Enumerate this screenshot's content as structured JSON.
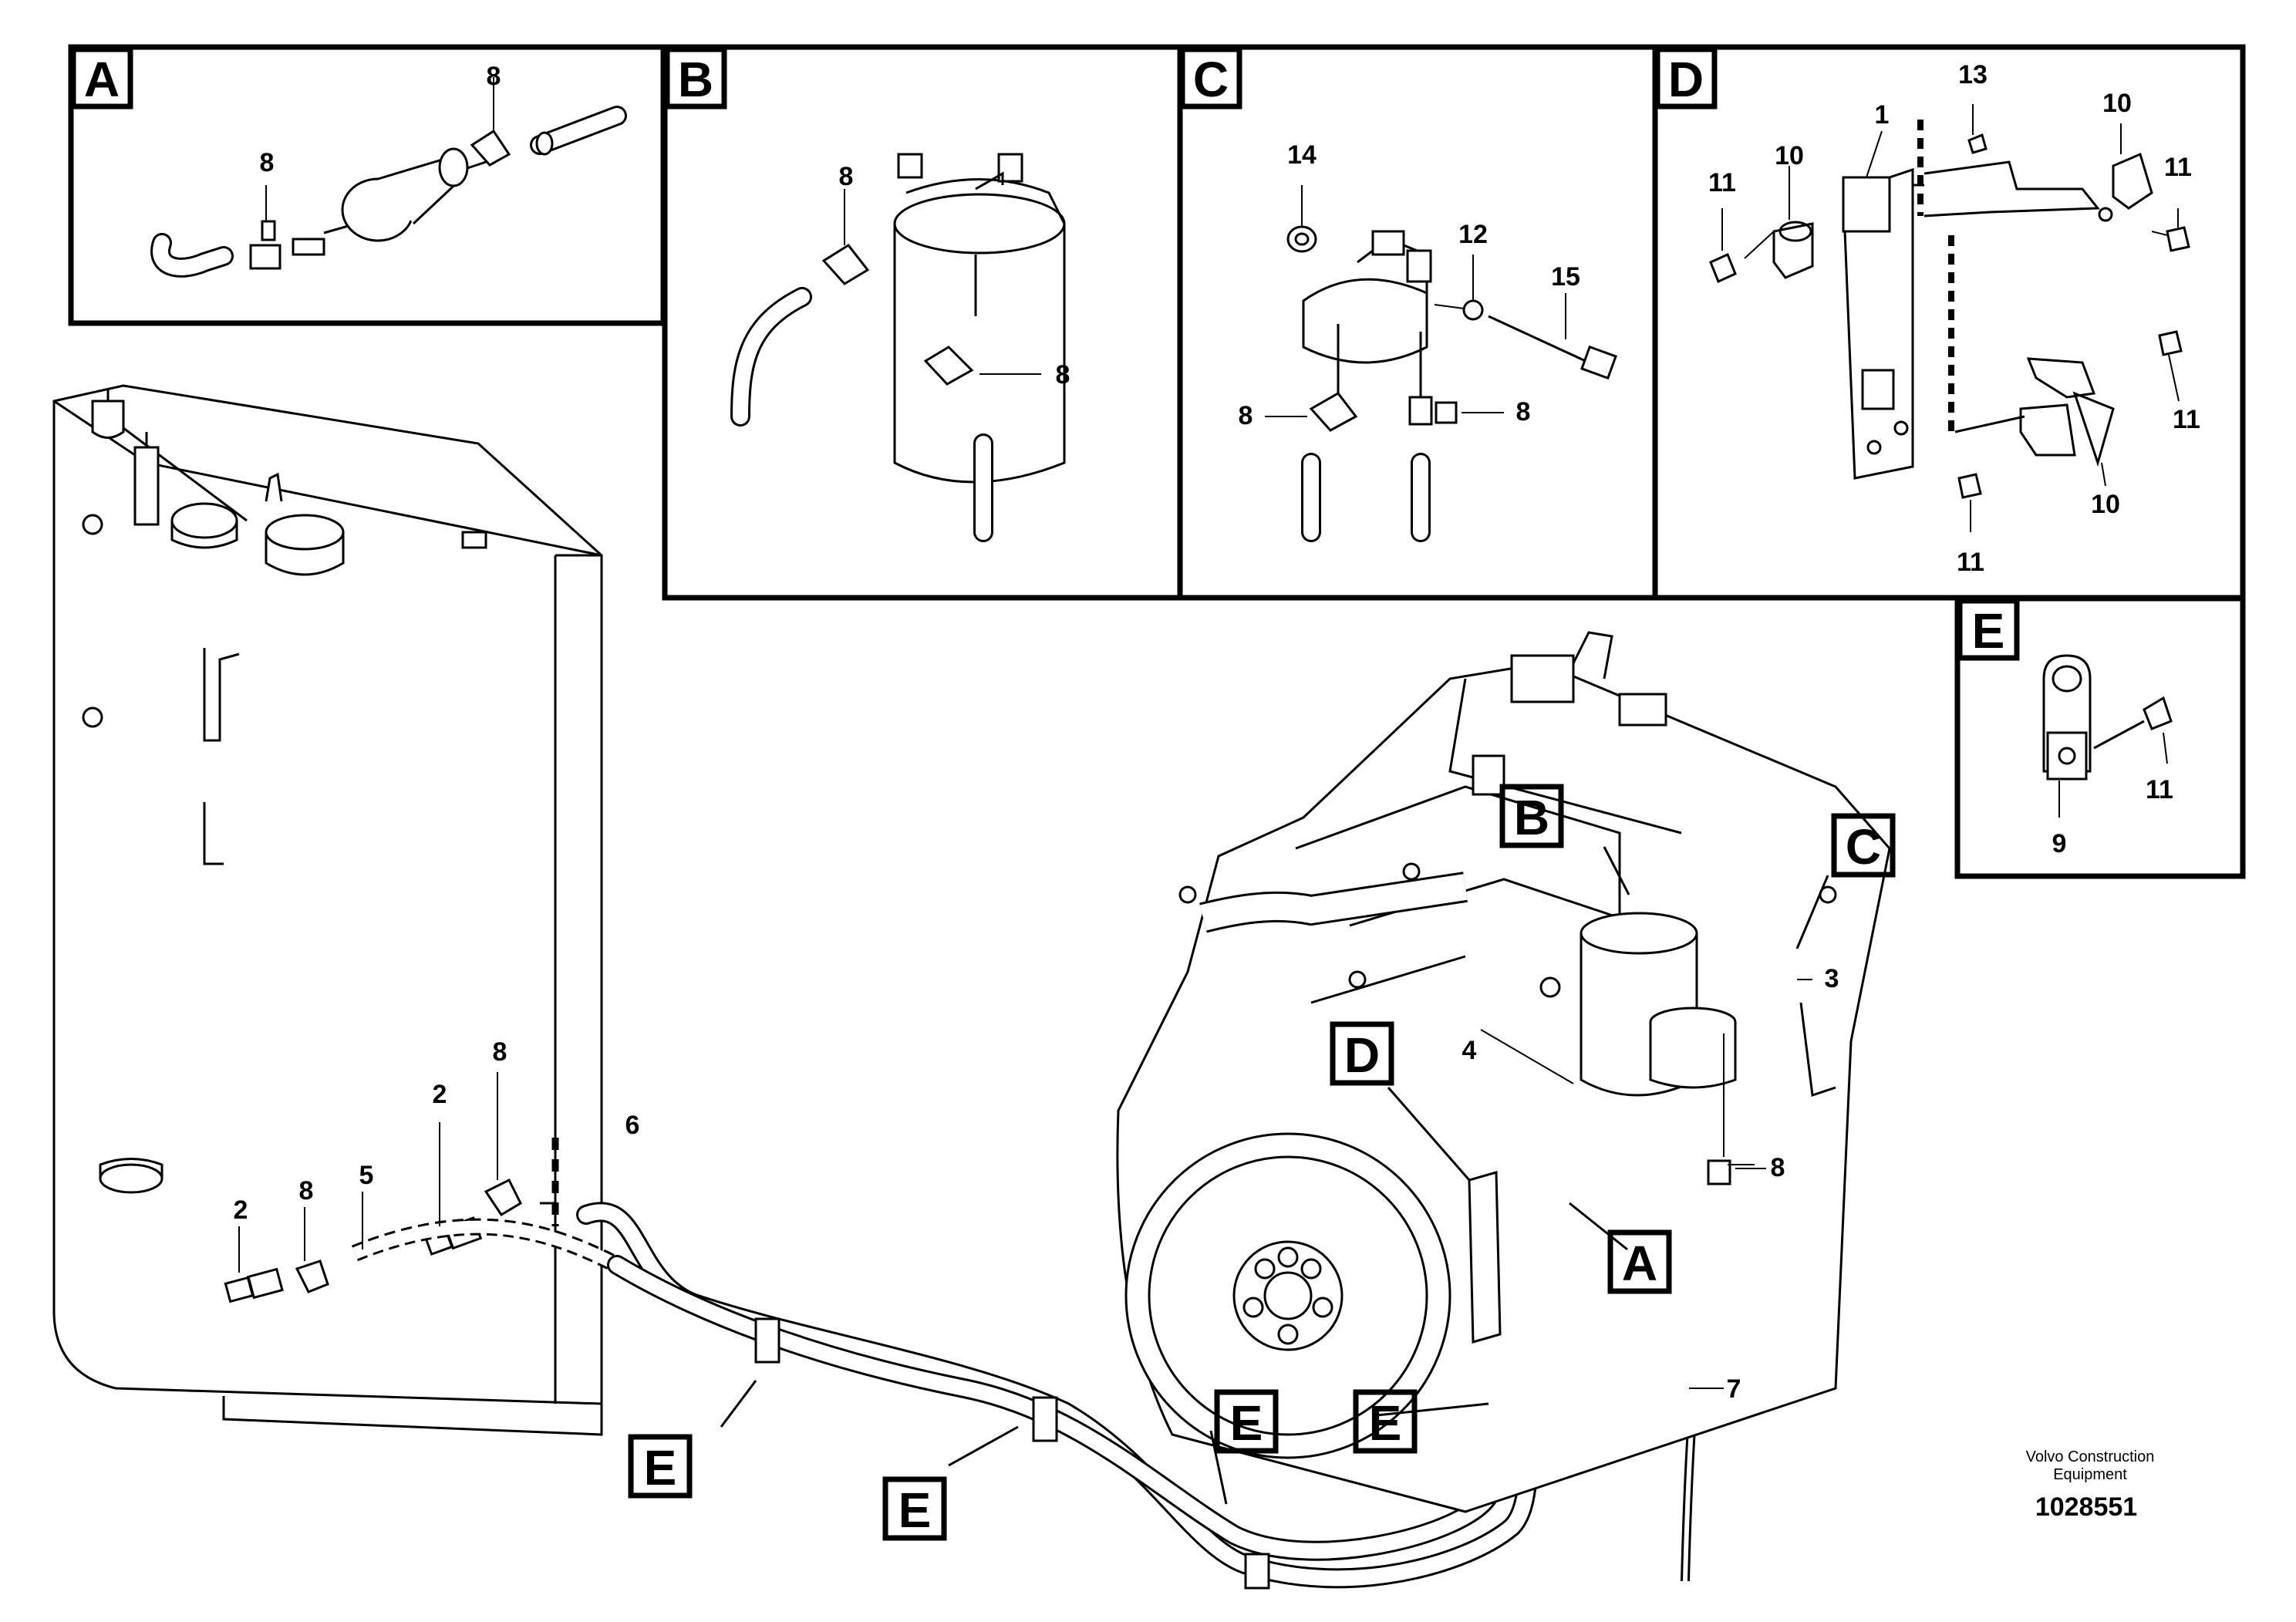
{
  "panels": [
    {
      "letter": "A"
    },
    {
      "letter": "B"
    },
    {
      "letter": "C"
    },
    {
      "letter": "D"
    },
    {
      "letter": "E"
    }
  ],
  "callouts": {
    "A": "A",
    "B": "B",
    "C": "C",
    "D": "D",
    "E": "E"
  },
  "parts": {
    "p1": "1",
    "p2": "2",
    "p3": "3",
    "p4": "4",
    "p5": "5",
    "p6": "6",
    "p7": "7",
    "p8": "8",
    "p9": "9",
    "p10": "10",
    "p11": "11",
    "p12": "12",
    "p13": "13",
    "p14": "14",
    "p15": "15"
  },
  "footer": {
    "brand_line1": "Volvo Construction",
    "brand_line2": "Equipment",
    "drawing_number": "1028551"
  }
}
